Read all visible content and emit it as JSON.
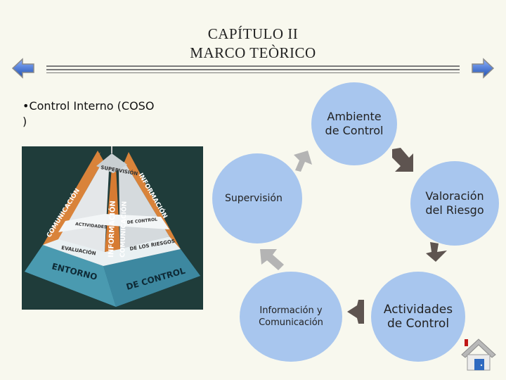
{
  "header": {
    "line1": "CAPÍTULO II",
    "line2": "MARCO TEÒRICO"
  },
  "content": {
    "bullet_line1": "•Control Interno (COSO",
    "bullet_line2": ")"
  },
  "pyramid": {
    "top": "SUPERVISIÓN",
    "left_face_top": "COMUNICACIÓN",
    "middle": "INFORMACIÓN",
    "middle2": "COMUNICACIÓN",
    "right_face_top": "INFORMACIÓN",
    "actividades": "ACTIVIDADES",
    "de_control": "DE CONTROL",
    "evaluacion": "EVALUACIÓN",
    "de_los_riesgos": "DE LOS RIESGOS",
    "entorno": "ENTORNO",
    "de_control_base": "DE CONTROL"
  },
  "cycle": {
    "ambiente": "Ambiente de Control",
    "valoracion": "Valoración del Riesgo",
    "actividades": "Actividades de Control",
    "informacion": "Información y Comunicación",
    "supervision": "Supervisión"
  },
  "colors": {
    "circle_fill": "#a8c6ee",
    "nav_blue": "#3a6fd0",
    "arrow_dark": "#5e5450",
    "arrow_light": "#b4b4b4"
  },
  "icons": {
    "prev": "left-arrow-icon",
    "next": "right-arrow-icon",
    "home": "home-icon"
  }
}
